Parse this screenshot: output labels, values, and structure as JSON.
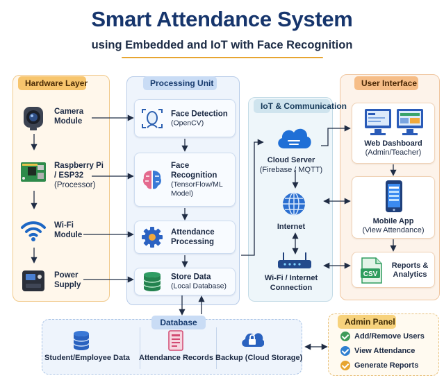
{
  "title": "Smart Attendance System",
  "subtitle": "using Embedded and IoT with Face Recognition",
  "hardware": {
    "label": "Hardware Layer",
    "items": [
      {
        "name": "Camera",
        "name2": "Module",
        "icon": "camera-icon"
      },
      {
        "name": "Raspberry Pi",
        "name2": "/ ESP32",
        "sub": "(Processor)",
        "icon": "circuit-board-icon"
      },
      {
        "name": "Wi-Fi",
        "name2": "Module",
        "icon": "wifi-icon"
      },
      {
        "name": "Power",
        "name2": "Supply",
        "icon": "power-supply-icon"
      }
    ]
  },
  "processing": {
    "label": "Processing Unit",
    "items": [
      {
        "name": "Face Detection",
        "sub": "(OpenCV)",
        "icon": "face-scan-icon"
      },
      {
        "name": "Face",
        "name2": "Recognition",
        "sub": "(TensorFlow/ML",
        "sub2": "Model)",
        "icon": "brain-icon"
      },
      {
        "name": "Attendance",
        "name2": "Processing",
        "icon": "gear-icon"
      },
      {
        "name": "Store Data",
        "sub": "(Local Database)",
        "icon": "database-icon"
      }
    ]
  },
  "iot": {
    "label": "IoT & Communication",
    "items": [
      {
        "name": "Cloud Server",
        "sub": "(Firebase / MQTT)",
        "icon": "cloud-icon"
      },
      {
        "name": "Internet",
        "icon": "globe-icon"
      },
      {
        "name": "Wi-Fi / Internet",
        "name2": "Connection",
        "icon": "router-icon"
      }
    ]
  },
  "ui": {
    "label": "User Interface",
    "items": [
      {
        "name": "Web Dashboard",
        "sub": "(Admin/Teacher)",
        "icon": "monitor-icon"
      },
      {
        "name": "Mobile App",
        "sub": "(View Attendance)",
        "icon": "smartphone-icon"
      },
      {
        "name": "Reports &",
        "name2": "Analytics",
        "icon": "csv-file-icon",
        "icon_text": "CSV"
      }
    ]
  },
  "database": {
    "label": "Database",
    "items": [
      {
        "name": "Student/Employee  Data",
        "icon": "database-icon"
      },
      {
        "name": "Attendance Records",
        "icon": "document-icon"
      },
      {
        "name": "Backup (Cloud Storage)",
        "icon": "cloud-lock-icon"
      }
    ]
  },
  "admin": {
    "label": "Admin Panel",
    "items": [
      {
        "name": "Add/Remove Users",
        "color": "#3f9b5a"
      },
      {
        "name": "View Attendance",
        "color": "#2f7fd0"
      },
      {
        "name": "Generate Reports",
        "color": "#e7a531"
      }
    ]
  },
  "colors": {
    "title": "#16356c",
    "accent": "#e7a531",
    "arrow": "#1f2c44"
  }
}
